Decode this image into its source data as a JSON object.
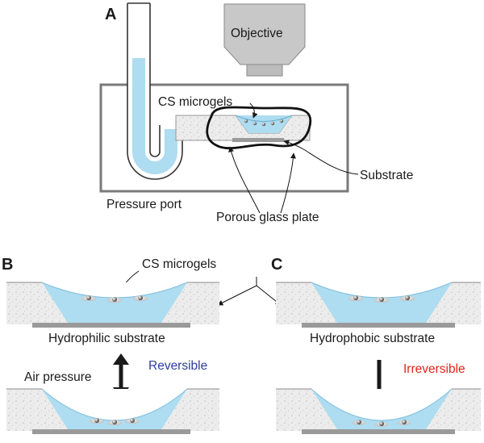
{
  "panels": {
    "a": "A",
    "b": "B",
    "c": "C"
  },
  "labels": {
    "objective": "Objective",
    "cs_microgels_top": "CS microgels",
    "substrate": "Substrate",
    "pressure_port": "Pressure port",
    "porous_glass_plate": "Porous glass plate",
    "cs_microgels_b": "CS microgels",
    "hydrophilic_substrate": "Hydrophilic substrate",
    "hydrophobic_substrate": "Hydrophobic substrate",
    "air_pressure": "Air pressure",
    "reversible": "Reversible",
    "irreversible": "Irreversible"
  },
  "colors": {
    "water": "#aedcf0",
    "glass_plate": "#ededed",
    "substrate": "#9a9a9a",
    "reversible": "#2b3f9a",
    "irreversible": "#e0251b",
    "objective": "#c8c8c8"
  }
}
